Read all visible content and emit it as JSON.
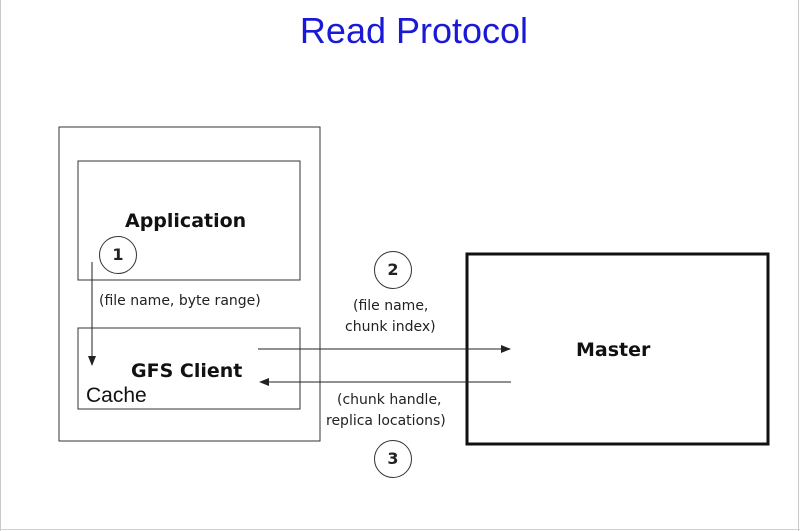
{
  "slide": {
    "title": "Read Protocol"
  },
  "diagram": {
    "application_label": "Application",
    "gfs_client_label": "GFS Client",
    "cache_label": "Cache",
    "master_label": "Master",
    "step1_number": "1",
    "step1_label": "(file name, byte range)",
    "step2_number": "2",
    "step2_label_line1": "(file name,",
    "step2_label_line2": "chunk index)",
    "step3_number": "3",
    "step3_label_line1": "(chunk handle,",
    "step3_label_line2": "replica locations)"
  }
}
